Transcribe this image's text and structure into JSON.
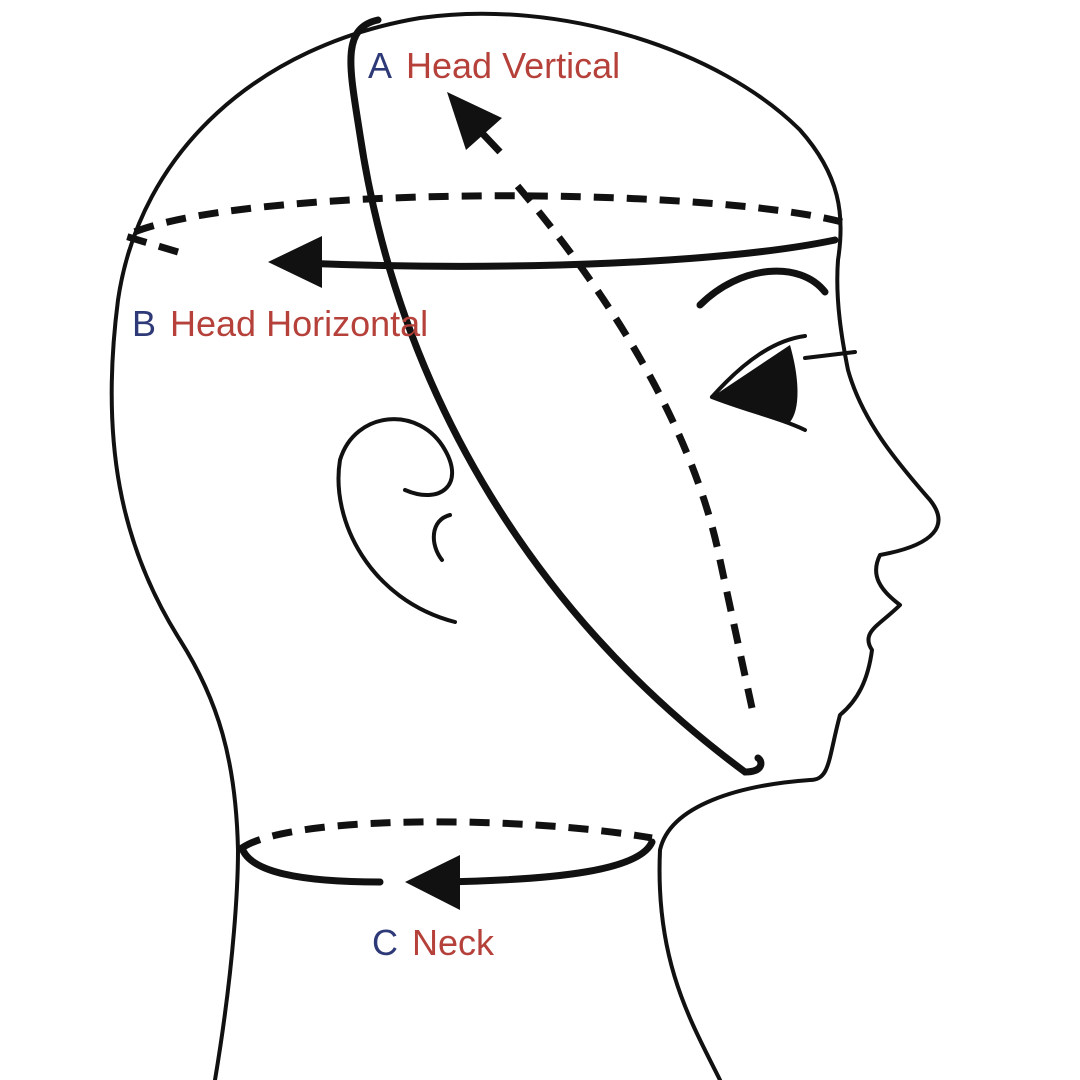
{
  "colors": {
    "letter": "#2e3a78",
    "name": "#b5413a",
    "line": "#111111"
  },
  "measurements": [
    {
      "letter": "A",
      "name": "Head Vertical"
    },
    {
      "letter": "B",
      "name": "Head Horizontal"
    },
    {
      "letter": "C",
      "name": "Neck"
    }
  ]
}
